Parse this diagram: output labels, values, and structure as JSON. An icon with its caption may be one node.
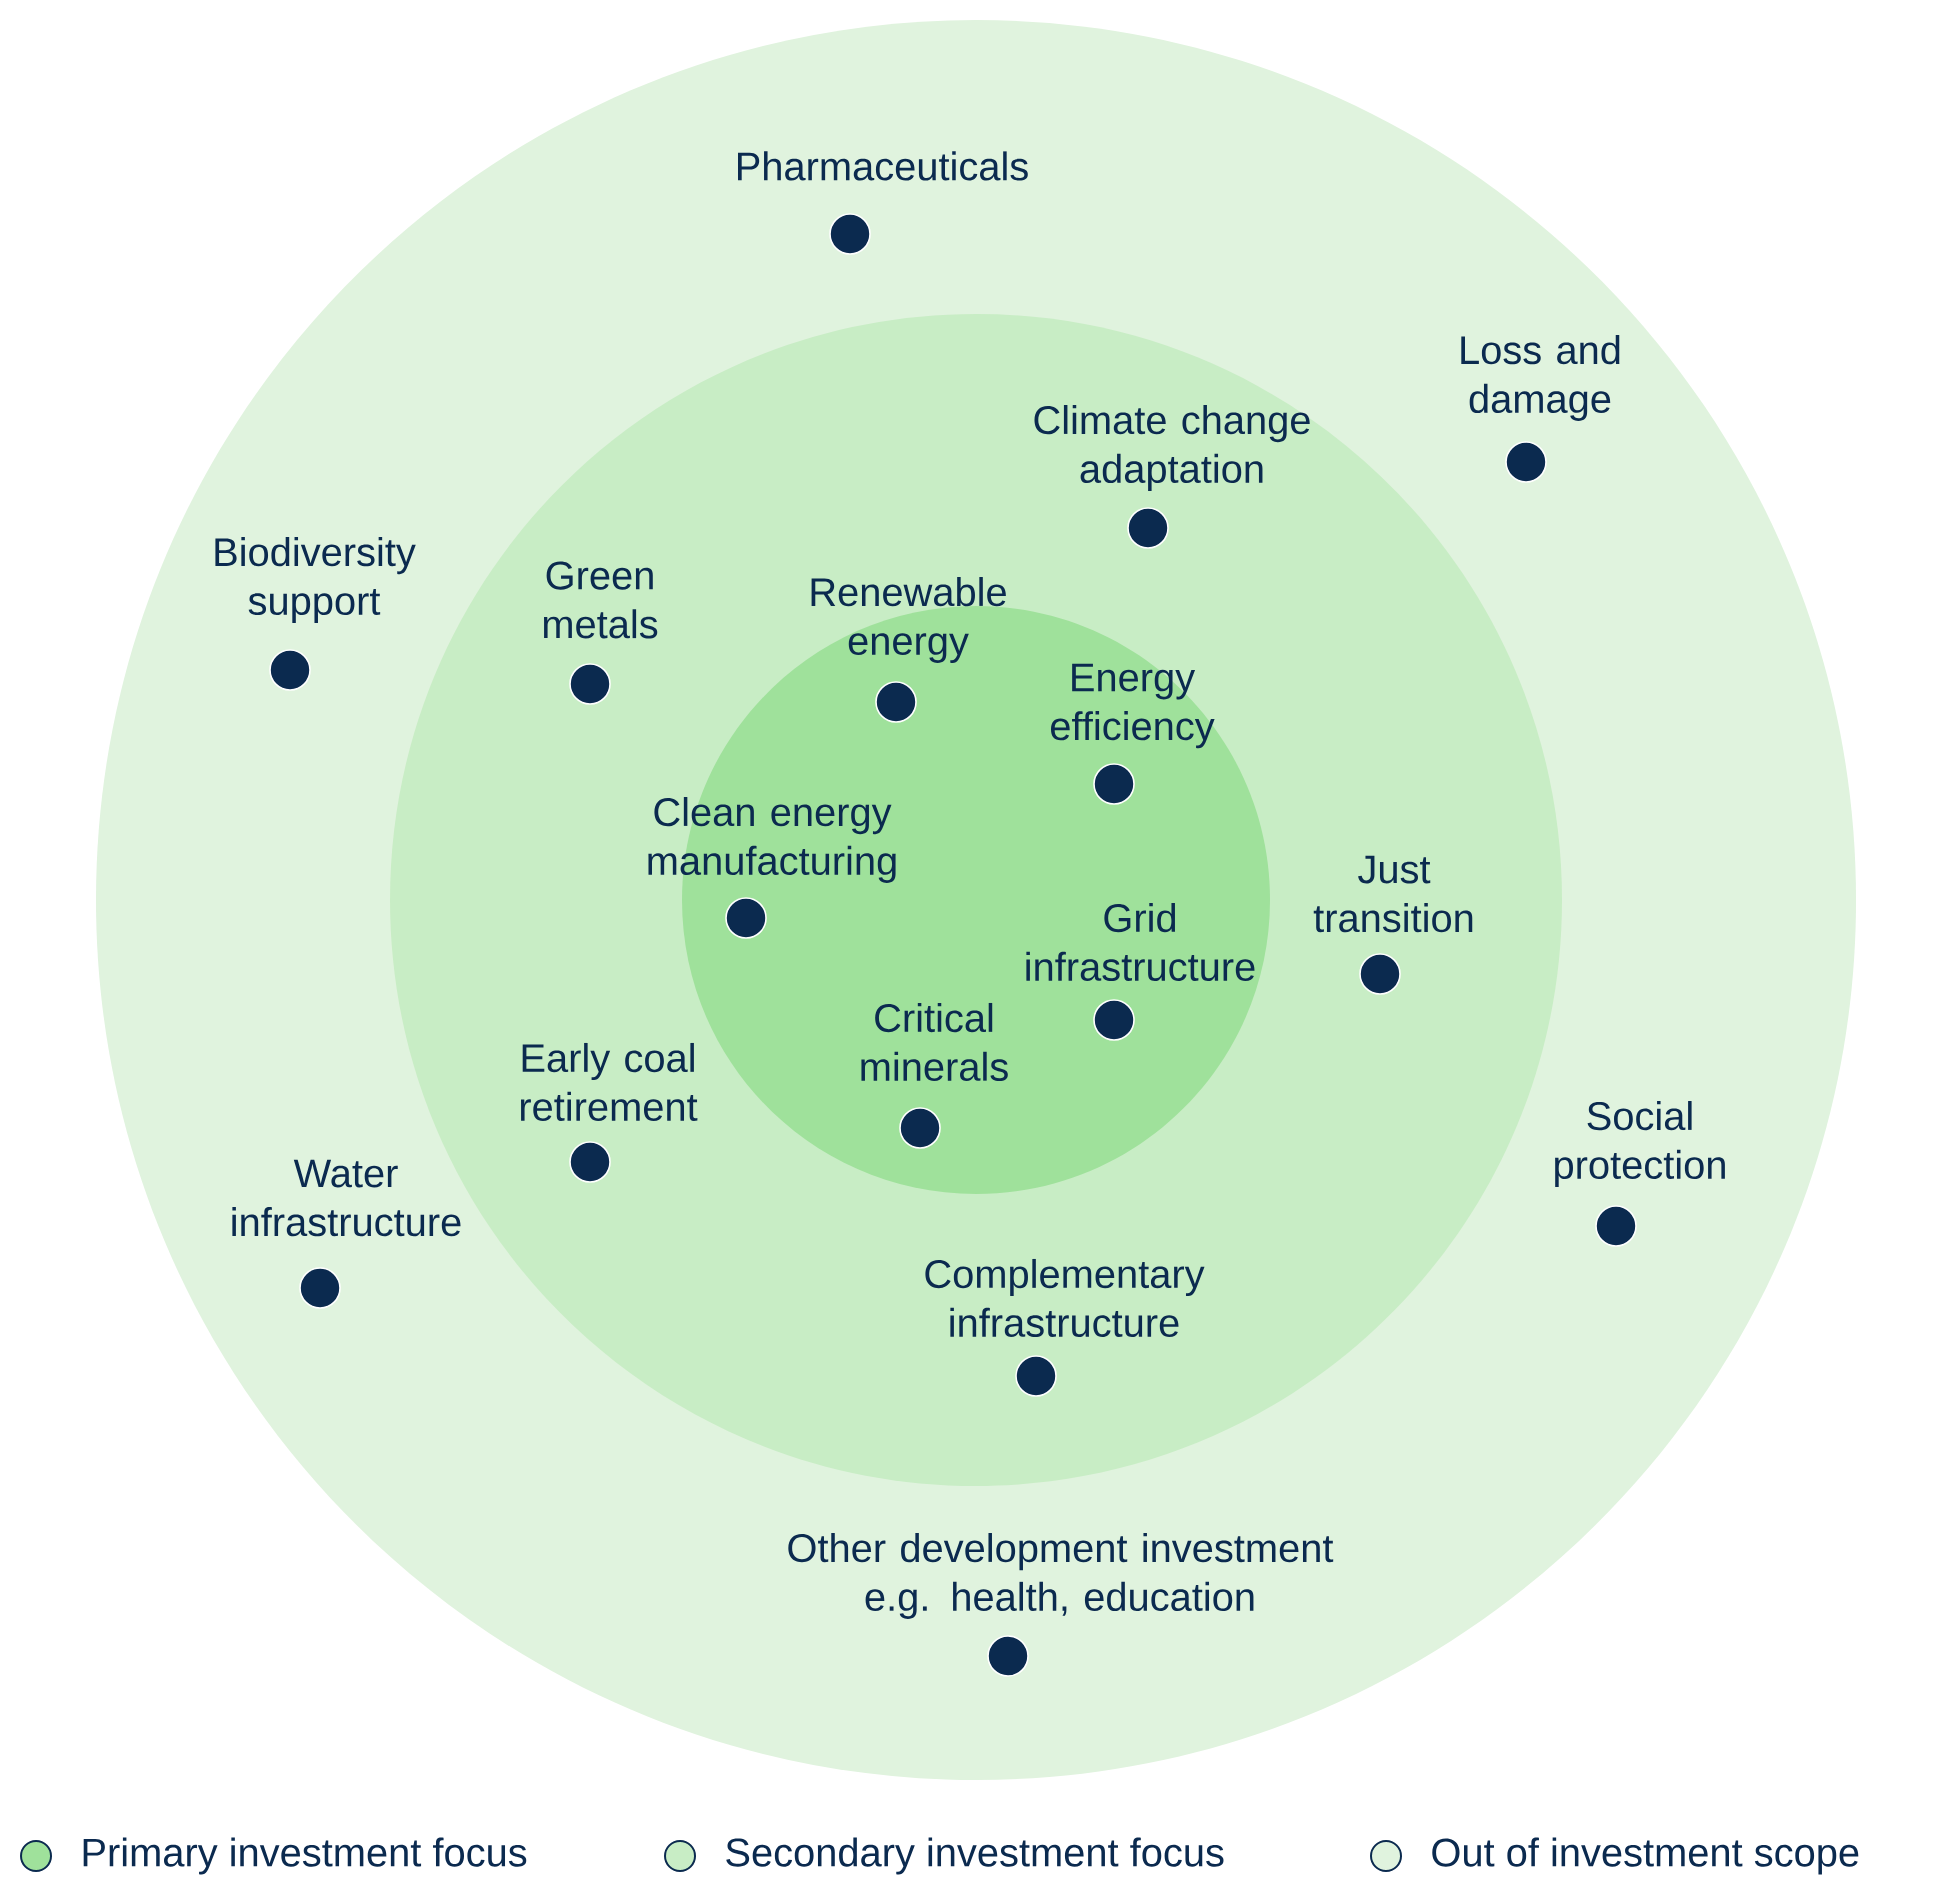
{
  "diagram": {
    "nodes": [
      {
        "text": [],
        "shape": "circle"
      },
      {
        "text": [],
        "shape": "circle",
        "in": 0
      },
      {
        "text": [],
        "shape": "circle",
        "in": 1
      },
      {
        "text": [
          "Pharmaceuticals"
        ],
        "in": 0
      },
      {
        "text": [
          "Loss and damage"
        ],
        "in": 0
      },
      {
        "text": [
          "Climate change adaptation"
        ],
        "in": 1
      },
      {
        "text": [
          "Biodiversity support"
        ],
        "in": 0
      },
      {
        "text": [
          "Green metals"
        ],
        "in": 1
      },
      {
        "text": [
          "Renewable energy"
        ],
        "in": 2
      },
      {
        "text": [
          "Energy efficiency"
        ],
        "in": 2
      },
      {
        "text": [
          "Clean energy manufacturing"
        ],
        "in": 2
      },
      {
        "text": [
          "Just transition"
        ],
        "in": 1
      },
      {
        "text": [
          "Grid infrastructure"
        ],
        "in": 2
      },
      {
        "text": [
          "Critical minerals"
        ],
        "in": 2
      },
      {
        "text": [
          "Early coal retirement"
        ],
        "in": 1
      },
      {
        "text": [
          "Social protection"
        ],
        "in": 0
      },
      {
        "text": [
          "Water infrastructure"
        ],
        "in": 0
      },
      {
        "text": [
          "Complementary infrastructure"
        ],
        "in": 1
      },
      {
        "text": [
          "Other development investment e.g. health, education"
        ],
        "in": 0
      }
    ],
    "legend": [
      {
        "text": "Primary investment focus",
        "color": "#9fe19b"
      },
      {
        "text": "Secondary investment focus",
        "color": "#c8edc5"
      },
      {
        "text": "Out of investment scope",
        "color": "#e0f3de"
      }
    ]
  }
}
